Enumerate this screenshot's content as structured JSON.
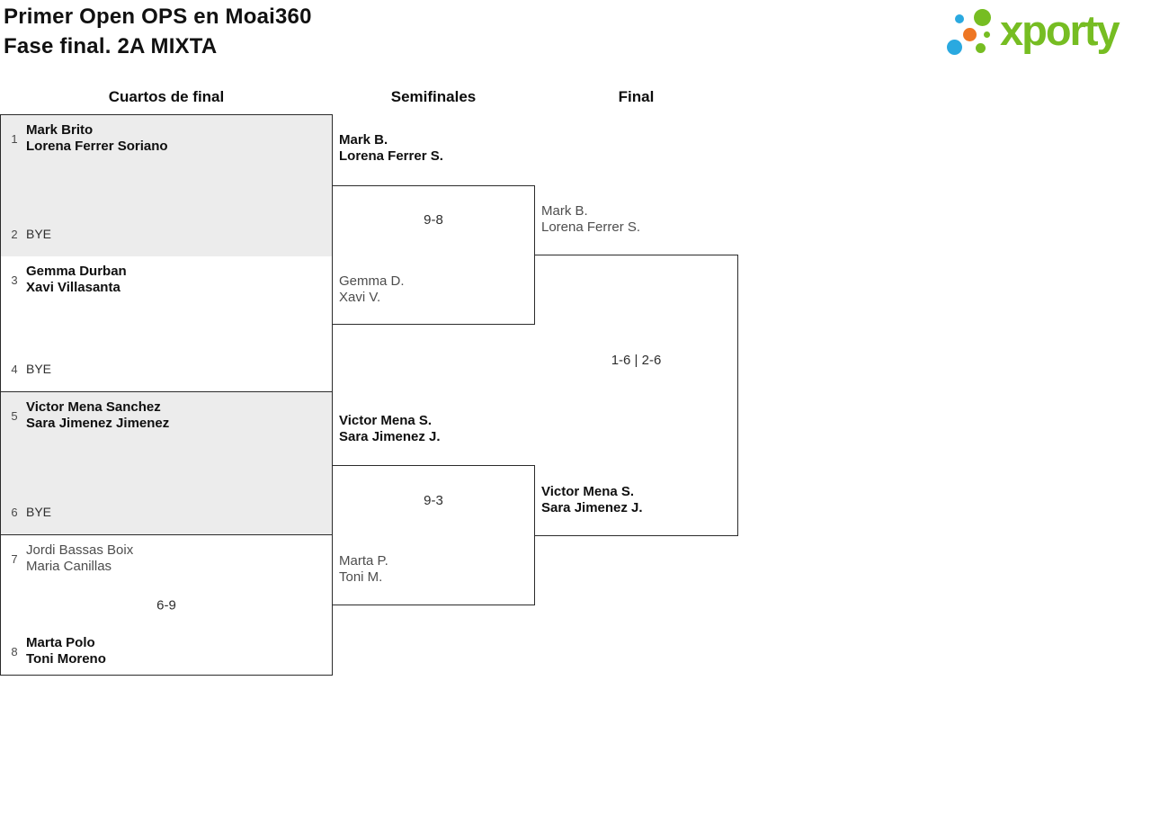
{
  "header": {
    "title_line1": "Primer Open OPS en Moai360",
    "title_line2": "Fase final. 2A MIXTA"
  },
  "logo": {
    "wordmark": "xporty"
  },
  "colors": {
    "logo_green": "#76bd22",
    "logo_blue": "#2aa9e0",
    "logo_orange": "#ee7623",
    "box_shaded": "#ececec",
    "box_border": "#2b2b2b"
  },
  "rounds": [
    {
      "label": "Cuartos de final"
    },
    {
      "label": "Semifinales"
    },
    {
      "label": "Final"
    }
  ],
  "quarterfinals": [
    {
      "seed_top": "1",
      "top_line1": "Mark Brito",
      "top_line2": "Lorena Ferrer Soriano",
      "seed_bottom": "2",
      "bottom_line1": "BYE",
      "score": ""
    },
    {
      "seed_top": "3",
      "top_line1": "Gemma Durban",
      "top_line2": "Xavi Villasanta",
      "seed_bottom": "4",
      "bottom_line1": "BYE",
      "score": ""
    },
    {
      "seed_top": "5",
      "top_line1": "Victor Mena Sanchez",
      "top_line2": "Sara Jimenez Jimenez",
      "seed_bottom": "6",
      "bottom_line1": "BYE",
      "score": ""
    },
    {
      "seed_top": "7",
      "top_line1": "Jordi Bassas Boix",
      "top_line2": "Maria Canillas",
      "seed_bottom": "8",
      "bottom_line1": "Marta Polo",
      "bottom_line2": "Toni Moreno",
      "score": "6-9"
    }
  ],
  "semifinals": [
    {
      "top_line1": "Mark B.",
      "top_line2": "Lorena Ferrer S.",
      "score": "9-8",
      "bottom_line1": "Gemma D.",
      "bottom_line2": "Xavi V."
    },
    {
      "top_line1": "Victor Mena S.",
      "top_line2": "Sara Jimenez J.",
      "score": "9-3",
      "bottom_line1": "Marta P.",
      "bottom_line2": "Toni M."
    }
  ],
  "final": {
    "top_line1": "Mark B.",
    "top_line2": "Lorena Ferrer S.",
    "score": "1-6 | 2-6",
    "bottom_line1": "Victor Mena S.",
    "bottom_line2": "Sara Jimenez J."
  }
}
